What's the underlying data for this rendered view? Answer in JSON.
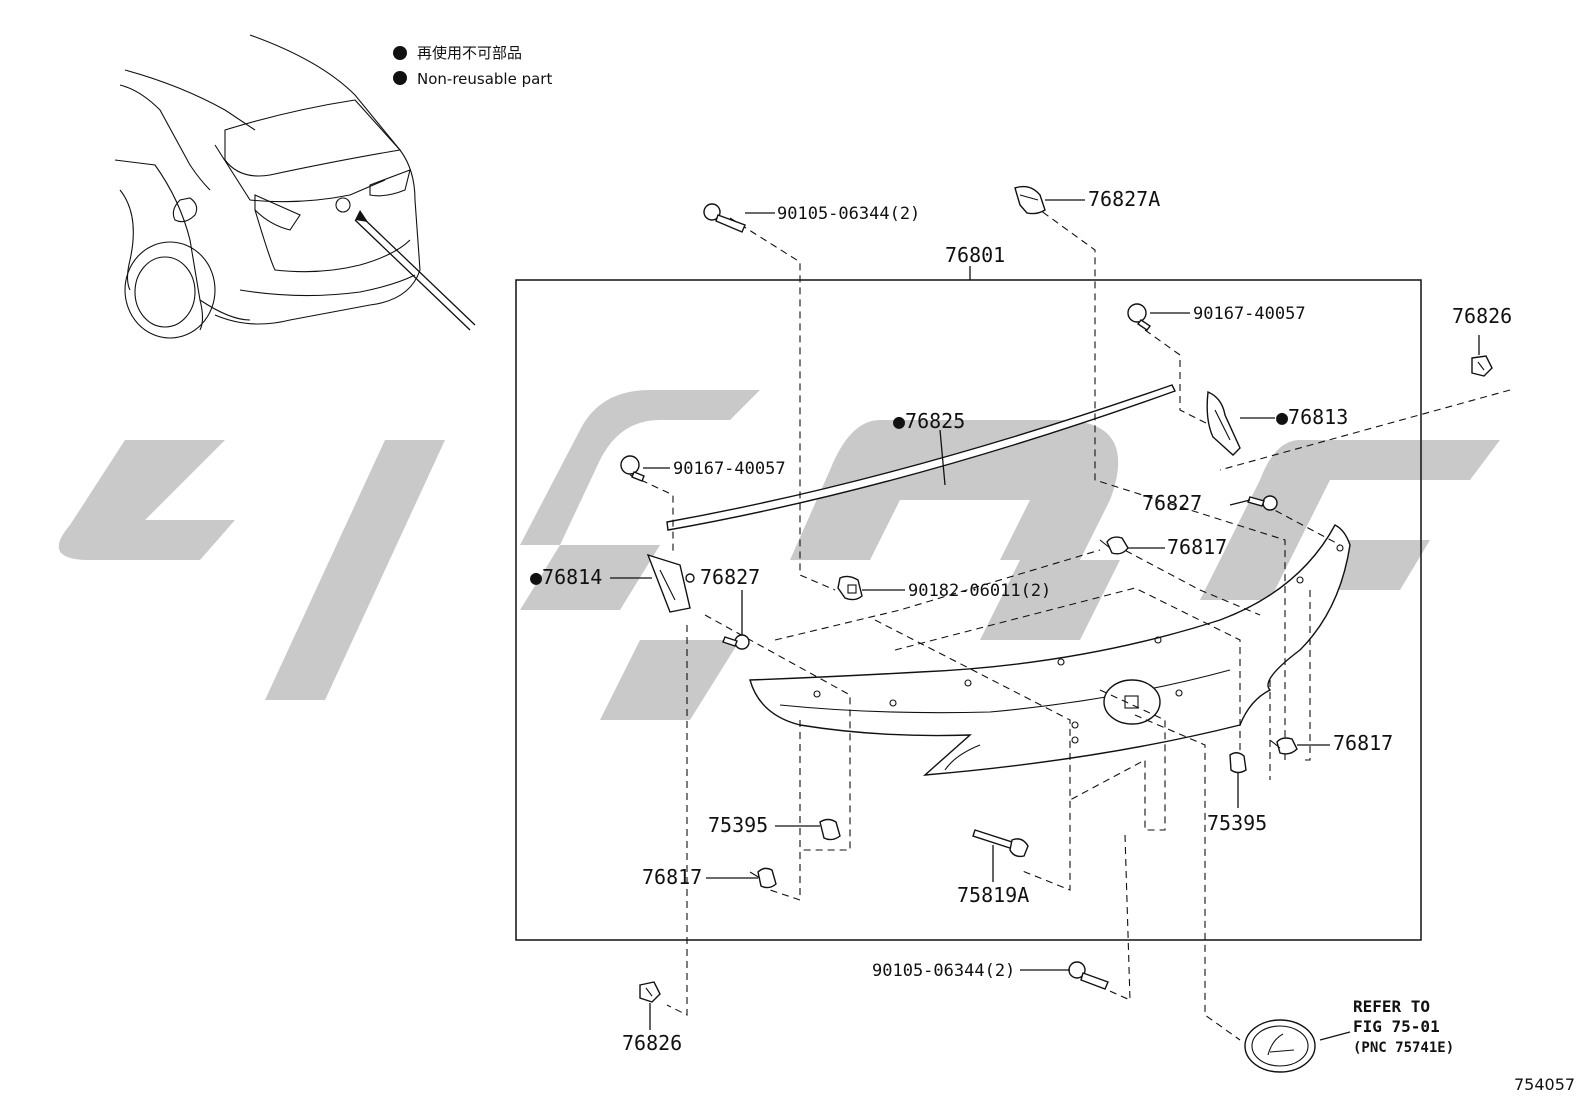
{
  "legend": {
    "line1": "再使用不可部品",
    "line2": "Non-reusable part"
  },
  "assembly_label": "76801",
  "parts": {
    "p76827A": "76827A",
    "p90105_top": "90105-06344(2)",
    "p90167_right": "90167-40057",
    "p76826_top": "76826",
    "p76825": "●76825",
    "p76813": "●76813",
    "p90167_left": "90167-40057",
    "p76827_right": "76827",
    "p76817_upper": "76817",
    "p76814": "●76814",
    "p76827_left": "76827",
    "p90182": "90182-06011(2)",
    "p76817_right": "76817",
    "p75395_left": "75395",
    "p75395_right": "75395",
    "p76817_lower": "76817",
    "p75819A": "75819A",
    "p90105_bottom": "90105-06344(2)",
    "p76826_bottom": "76826"
  },
  "refer": {
    "line1": "REFER TO",
    "line2": "FIG 75-01",
    "line3": "(PNC 75741E)"
  },
  "figure_number": "754057",
  "colors": {
    "ink": "#111111",
    "watermark": "#c9c9c9",
    "background": "#ffffff"
  }
}
